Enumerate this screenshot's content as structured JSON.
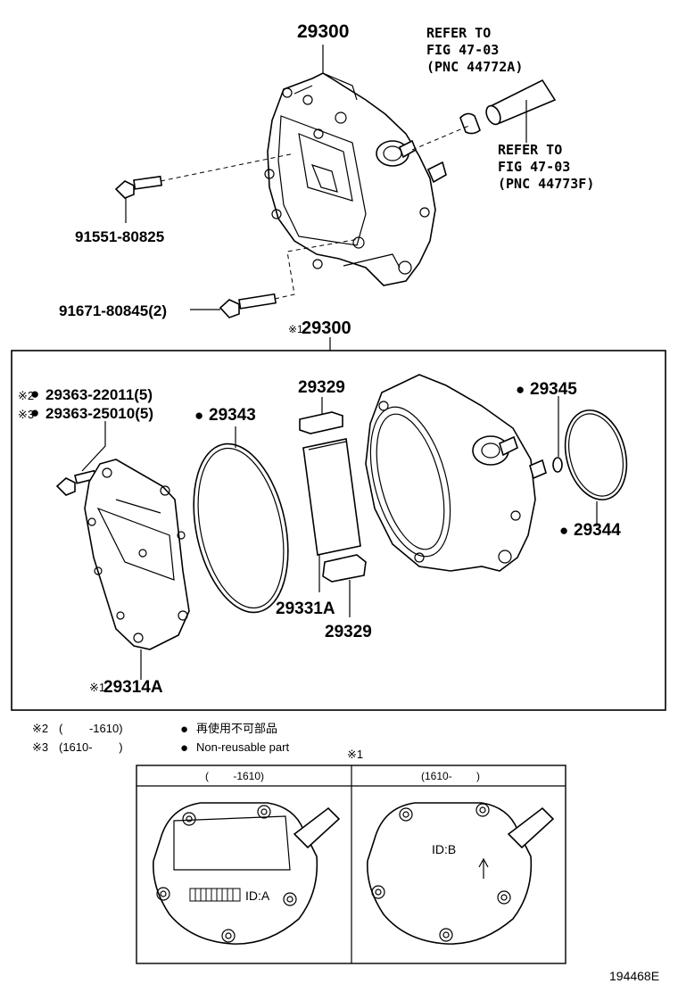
{
  "labels": {
    "top_assembly": "29300",
    "refer1_line1": "REFER TO",
    "refer1_line2": "FIG 47-03",
    "refer1_line3": "(PNC 44772A)",
    "refer2_line1": "REFER TO",
    "refer2_line2": "FIG 47-03",
    "refer2_line3": "(PNC 44773F)",
    "bolt_a": "91551-80825",
    "bolt_b": "91671-80845(2)",
    "box_assembly": "29300",
    "screw_a": "29363-22011(5)",
    "screw_b": "29363-25010(5)",
    "o_ring": "29343",
    "plate_upper": "29329",
    "washer": "29345",
    "gasket": "29344",
    "plate_center": "29331A",
    "plate_lower": "29329",
    "cover": "29314A",
    "figure_id": "194468E"
  },
  "markers": {
    "note1": "※1",
    "note2": "※2",
    "note3": "※3",
    "non_reusable": "●"
  },
  "legend": {
    "note2_range": "(　　 -1610)",
    "note3_range": "(1610- 　　)",
    "jp_nonreusable": "再使用不可部品",
    "en_nonreusable": "Non-reusable part"
  },
  "inset": {
    "note": "※1",
    "left_header": "(　　 -1610)",
    "right_header": "(1610- 　　)",
    "left_id": "ID:A",
    "right_id": "ID:B"
  }
}
